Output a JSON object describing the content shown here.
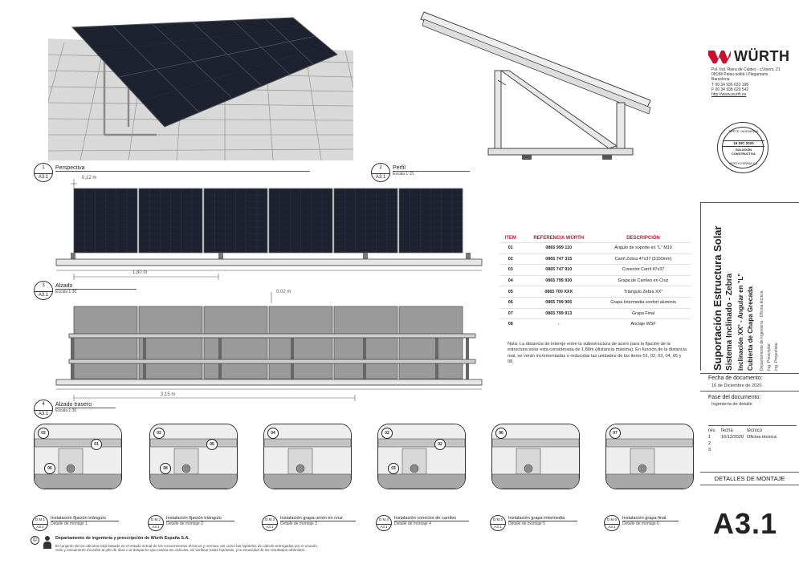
{
  "brand": {
    "logo_text": "WÜRTH",
    "address": [
      "Pol. Ind. Riera de Caldes - c/Joiers, 21",
      "08184 Palau-solitá i Plegamans",
      "Barcelona",
      "T 00 34 936 033 198",
      "F 00 34 938 629 542",
      "http://www.wurth.es"
    ],
    "stamp": {
      "top": "DPPTE. INGENIERÍA",
      "date": "16 DIC 2020",
      "line1": "SOLUCIÓN",
      "line2": "CONSTRUCTIVA",
      "bottom": "WÜRTH ESPAÑA S.A."
    },
    "colors": {
      "accent": "#c8102e",
      "panel": "#1e2230",
      "rail": "#9a9a9a"
    }
  },
  "views": {
    "perspective": {
      "num": "1",
      "sheet": "A3.1",
      "title": "Perspectiva",
      "scale": ""
    },
    "profile": {
      "num": "2",
      "sheet": "A3.1",
      "title": "Perfil",
      "scale": "Escala 1:15"
    },
    "elevation": {
      "num": "3",
      "sheet": "A3.1",
      "title": "Alzado",
      "scale": "Escala 1:30",
      "dim_top": "0,12 m",
      "dim_bottom": "1,80 m"
    },
    "rear": {
      "num": "4",
      "sheet": "A3.1",
      "title": "Alzado trasero",
      "scale": "Escala 1:30",
      "dim_top": "0,02 m",
      "dim_bottom": "3,15 m"
    }
  },
  "parts_table": {
    "headers": [
      "ITEM",
      "REFERENCIA WÜRTH",
      "DESCRIPCIÓN"
    ],
    "rows": [
      {
        "item": "01",
        "ref": "0865 999 110",
        "desc": "Ángulo de soporte en \"L\" M10"
      },
      {
        "item": "02",
        "ref": "0865 747 315",
        "desc": "Carril Zebra 47x37 (3150mm)"
      },
      {
        "item": "03",
        "ref": "0865 747 910",
        "desc": "Conector Carril 47x37"
      },
      {
        "item": "04",
        "ref": "0865 799 930",
        "desc": "Grapa de Carriles en Cruz"
      },
      {
        "item": "05",
        "ref": "0865 700 XXX",
        "desc": "Triángulo Zebra XX°"
      },
      {
        "item": "06",
        "ref": "0865 799 905",
        "desc": "Grapa Intermedia confort aluminio"
      },
      {
        "item": "07",
        "ref": "0865 799 913",
        "desc": "Grapa Final"
      },
      {
        "item": "08",
        "ref": "-",
        "desc": "Anclaje WSF"
      }
    ],
    "note": "Nota: La distancia de intereje entre la subestructura de acero para la fijación de la estructura solar esta considerada de 1,80m (distancia máxima). En función de la distancia real, se verán incrementadas o reducidas las unidades de los items 01, 02, 03, 04, 05 y 08."
  },
  "title_block": {
    "title_lines": [
      "Suportación Estructura Solar",
      "Sistema Inclinado - Zebra",
      "Inclinación XX° - Angular en \"L\"",
      "Cubierta de Chapa Grecada"
    ],
    "dept_lines": [
      "Departamento de Ingeniería - Oficina técnica",
      "Ing. Prescriptor:",
      "Ing. Proyectista:"
    ],
    "doc_date_label": "Fecha de documento:",
    "doc_date": "16 de Diciembre de 2020",
    "phase_label": "Fase del documento:",
    "phase": "Ingeniería de detalle",
    "rev_headers": [
      "rev.",
      "fecha",
      "técnico"
    ],
    "revs": [
      {
        "rev": "1",
        "fecha": "16/12/2020",
        "tecnico": "Oficina técnica"
      },
      {
        "rev": "2",
        "fecha": "",
        "tecnico": ""
      },
      {
        "rev": "3",
        "fecha": "",
        "tecnico": ""
      }
    ],
    "section": "DETALLES DE MONTAJE",
    "sheet": "A3.1"
  },
  "details": [
    {
      "dm": "D.M.1",
      "sheet": "A3.1",
      "title": "Instalación fijación triángulo",
      "sub": "Detalle de montaje 1",
      "callouts": [
        "02",
        "01",
        "06"
      ]
    },
    {
      "dm": "D.M.2",
      "sheet": "A3.1",
      "title": "Instalación fijación triángulo",
      "sub": "Detalle de montaje 2",
      "callouts": [
        "02",
        "05",
        "08"
      ]
    },
    {
      "dm": "D.M.3",
      "sheet": "A3.1",
      "title": "Instalación grapa unión en cruz",
      "sub": "Detalle de montaje 3",
      "callouts": [
        "04"
      ]
    },
    {
      "dm": "D.M.4",
      "sheet": "A3.1",
      "title": "Instalación conector de carriles",
      "sub": "Detalle de montaje 4",
      "callouts": [
        "02",
        "02",
        "03"
      ]
    },
    {
      "dm": "D.M.5",
      "sheet": "A3.1",
      "title": "Instalación grapa intermedia",
      "sub": "Detalle de montaje 5",
      "callouts": [
        "06"
      ]
    },
    {
      "dm": "D.M.6",
      "sheet": "A3.1",
      "title": "Instalación grapa final",
      "sub": "Detalle de montaje 6",
      "callouts": [
        "07"
      ]
    }
  ],
  "footer": {
    "dept": "Departamento de ingeniería y prescripción de Würth España S.A.",
    "disclaimer1": "El conjunto de los cálculos está basado en el estado actual de los conocimientos técnicos y normas; así como las hipótesis de cálculo entregadas por el usuario.",
    "disclaimer2": "Solo y únicamente incumbe al jefe de obra o al despacho que realiza los cálculos, de verificar estas hipótesis, y la veracidad de los resultados obtenidos."
  }
}
